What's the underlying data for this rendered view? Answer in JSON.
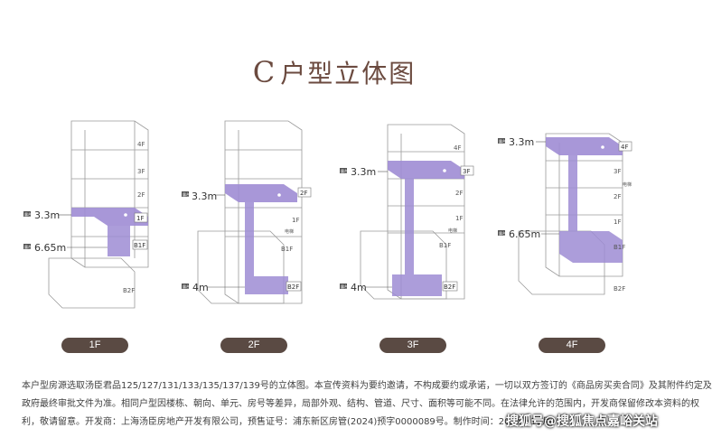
{
  "title": {
    "letter": "C",
    "text": "户型立体图"
  },
  "diagrams": [
    {
      "caption": "1F",
      "floor_labels": [
        "4F",
        "3F",
        "2F",
        "1F",
        "B1F",
        "B2F"
      ],
      "callouts": [
        {
          "tag": "露台",
          "value": "3.3m"
        },
        {
          "tag": "露台",
          "value": "6.65m"
        }
      ]
    },
    {
      "caption": "2F",
      "floor_labels": [
        "2F",
        "1F",
        "B1F",
        "B2F"
      ],
      "elevator": "电梯",
      "callouts": [
        {
          "tag": "露台",
          "value": "3.3m"
        },
        {
          "tag": "露台",
          "value": "4m"
        }
      ]
    },
    {
      "caption": "3F",
      "floor_labels": [
        "4F",
        "3F",
        "2F",
        "1F",
        "B1F",
        "B2F"
      ],
      "elevator": "电梯",
      "callouts": [
        {
          "tag": "露台",
          "value": "3.3m"
        },
        {
          "tag": "露台",
          "value": "4m"
        }
      ]
    },
    {
      "caption": "4F",
      "floor_labels": [
        "4F",
        "3F",
        "2F",
        "1F",
        "B1F",
        "B2F"
      ],
      "elevator": "电梯",
      "callouts": [
        {
          "tag": "露台",
          "value": "3.3m"
        },
        {
          "tag": "露台",
          "value": "6.65m"
        }
      ]
    }
  ],
  "notes": [
    "本户型房源选取汤臣君品125/127/131/133/135/137/139号的立体图。本宣传资料为要约邀请，不构成要约或承诺，一切以双方签订的《商品房买卖合同》及其附件约定及",
    "政府最终审批文件为准。相同户型因楼栋、朝向、单元、房号等差异，局部外观、结构、管道、尺寸、面积等可能不同。在法律允许的范围内，开发商保留修改本资料的权",
    "利，敬请留意。开发商：上海汤臣房地产开发有限公司，预售证号：浦东新区房管(2024)预字0000089号。制作时间：2024年10月"
  ],
  "watermark": "搜狐号@搜狐焦点嘉峪关站",
  "colors": {
    "highlight": "#9e8cd4",
    "line": "#9a9a9a",
    "pill": "#5a4a43",
    "title": "#6b4a3f"
  }
}
